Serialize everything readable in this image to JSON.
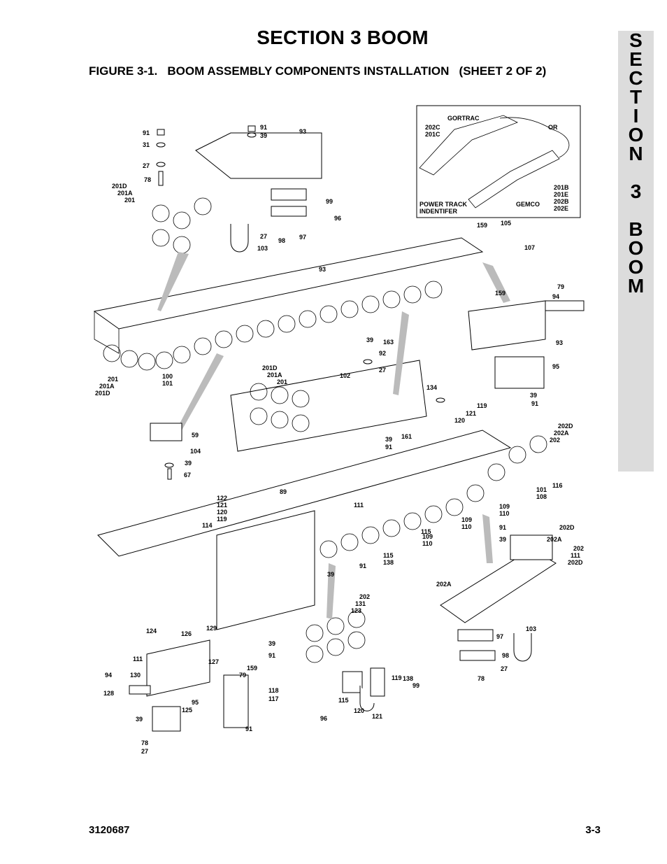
{
  "header": {
    "section_title": "SECTION 3  BOOM",
    "figure_title": "FIGURE 3-1.   BOOM ASSEMBLY COMPONENTS INSTALLATION   (SHEET 2 OF 2)"
  },
  "side_tab": {
    "letters": [
      "S",
      "E",
      "C",
      "T",
      "I",
      "O",
      "N",
      "",
      "3",
      "",
      "B",
      "O",
      "O",
      "M"
    ]
  },
  "drawing": {
    "inset": {
      "gortrac": "GORTRAC",
      "or": "OR",
      "gemco": "GEMCO",
      "identifier_line1": "POWER TRACK",
      "identifier_line2": "INDENTIFER",
      "code_202c": "202C",
      "code_201c": "201C",
      "code_201b": "201B",
      "code_201e": "201E",
      "code_202b": "202B",
      "code_202e": "202E"
    },
    "callouts": [
      "91",
      "39",
      "93",
      "91",
      "31",
      "27",
      "78",
      "201D",
      "201A",
      "201",
      "99",
      "96",
      "27",
      "103",
      "98",
      "97",
      "159",
      "105",
      "107",
      "93",
      "79",
      "94",
      "159",
      "93",
      "39",
      "163",
      "92",
      "27",
      "95",
      "39",
      "91",
      "201",
      "201A",
      "201D",
      "100",
      "101",
      "201D",
      "201A",
      "201",
      "102",
      "134",
      "119",
      "121",
      "120",
      "161",
      "39",
      "91",
      "59",
      "104",
      "39",
      "67",
      "89",
      "202D",
      "202A",
      "202",
      "101",
      "108",
      "116",
      "122",
      "121",
      "120",
      "119",
      "111",
      "114",
      "109",
      "110",
      "109",
      "110",
      "115",
      "109",
      "110",
      "115",
      "138",
      "91",
      "39",
      "91",
      "39",
      "202D",
      "202A",
      "202",
      "111",
      "202D",
      "202A",
      "202",
      "131",
      "123",
      "124",
      "126",
      "129",
      "127",
      "159",
      "79",
      "111",
      "94",
      "130",
      "128",
      "95",
      "125",
      "39",
      "91",
      "78",
      "27",
      "39",
      "91",
      "118",
      "117",
      "115",
      "120",
      "121",
      "119",
      "138",
      "99",
      "96",
      "97",
      "98",
      "27",
      "78",
      "103"
    ]
  },
  "footer": {
    "doc_number": "3120687",
    "page_number": "3-3"
  }
}
